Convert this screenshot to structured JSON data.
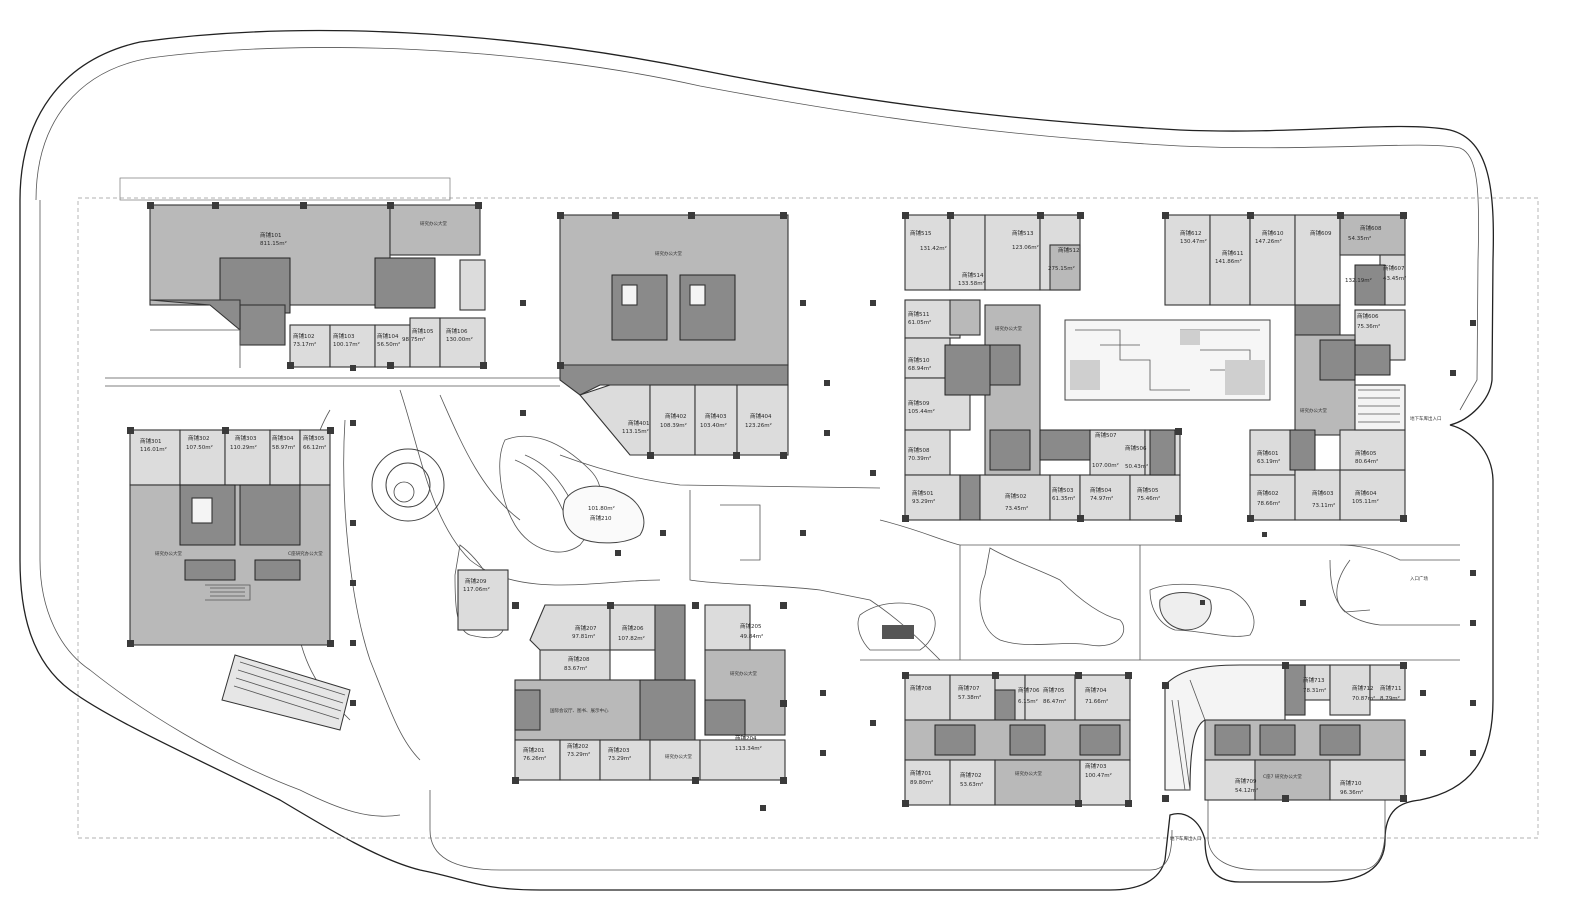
{
  "plan": {
    "units": {
      "b1": [
        {
          "id": "u101",
          "name": "商铺101",
          "area": "811.15m²"
        },
        {
          "id": "u102",
          "name": "商铺102",
          "area": "73.17m²"
        },
        {
          "id": "u103",
          "name": "商铺103",
          "area": "100.17m²"
        },
        {
          "id": "u104",
          "name": "商铺104",
          "area": "56.50m²"
        },
        {
          "id": "u105",
          "name": "商铺105",
          "area": "98.75m²"
        },
        {
          "id": "u106",
          "name": "商铺106",
          "area": "130.00m²"
        }
      ],
      "b2": [
        {
          "id": "u401",
          "name": "商铺401",
          "area": "113.15m²"
        },
        {
          "id": "u402",
          "name": "商铺402",
          "area": "108.39m²"
        },
        {
          "id": "u403",
          "name": "商铺403",
          "area": "103.40m²"
        },
        {
          "id": "u404",
          "name": "商铺404",
          "area": "123.26m²"
        }
      ],
      "b3": [
        {
          "id": "u515",
          "name": "商铺515",
          "area": "131.42m²"
        },
        {
          "id": "u514",
          "name": "商铺514",
          "area": "133.58m²"
        },
        {
          "id": "u513",
          "name": "商铺513",
          "area": "123.06m²"
        },
        {
          "id": "u512",
          "name": "商铺512",
          "area": "275.15m²"
        },
        {
          "id": "u511",
          "name": "商铺511",
          "area": "61.05m²"
        },
        {
          "id": "u510",
          "name": "商铺510",
          "area": "68.94m²"
        },
        {
          "id": "u509",
          "name": "商铺509",
          "area": "105.44m²"
        },
        {
          "id": "u508",
          "name": "商铺508",
          "area": "70.39m²"
        },
        {
          "id": "u501",
          "name": "商铺501",
          "area": "93.29m²"
        },
        {
          "id": "u502",
          "name": "商铺502",
          "area": "73.45m²"
        },
        {
          "id": "u503",
          "name": "商铺503",
          "area": "61.35m²"
        },
        {
          "id": "u504",
          "name": "商铺504",
          "area": "74.97m²"
        },
        {
          "id": "u505",
          "name": "商铺505",
          "area": "75.46m²"
        },
        {
          "id": "u506",
          "name": "商铺506",
          "area": "50.43m²"
        },
        {
          "id": "u507",
          "name": "商铺507",
          "area": "107.00m²"
        }
      ],
      "b4": [
        {
          "id": "u612",
          "name": "商铺612",
          "area": "130.47m²"
        },
        {
          "id": "u611",
          "name": "商铺611",
          "area": "141.86m²"
        },
        {
          "id": "u610",
          "name": "商铺610",
          "area": "147.26m²"
        },
        {
          "id": "u609",
          "name": "商铺609",
          "area": "132.19m²"
        },
        {
          "id": "u608",
          "name": "商铺608",
          "area": "54.35m²"
        },
        {
          "id": "u607",
          "name": "商铺607",
          "area": "43.45m²"
        },
        {
          "id": "u606",
          "name": "商铺606",
          "area": "75.36m²"
        },
        {
          "id": "u601",
          "name": "商铺601",
          "area": "63.19m²"
        },
        {
          "id": "u602",
          "name": "商铺602",
          "area": "78.66m²"
        },
        {
          "id": "u603",
          "name": "商铺603",
          "area": "73.11m²"
        },
        {
          "id": "u604",
          "name": "商铺604",
          "area": "105.11m²"
        },
        {
          "id": "u605",
          "name": "商铺605",
          "area": "80.64m²"
        }
      ],
      "b5": [
        {
          "id": "u301",
          "name": "商铺301",
          "area": "116.01m²"
        },
        {
          "id": "u302",
          "name": "商铺302",
          "area": "107.50m²"
        },
        {
          "id": "u303",
          "name": "商铺303",
          "area": "110.29m²"
        },
        {
          "id": "u304",
          "name": "商铺304",
          "area": "58.97m²"
        },
        {
          "id": "u305",
          "name": "商铺305",
          "area": "66.12m²"
        }
      ],
      "b6": [
        {
          "id": "u207",
          "name": "商铺207",
          "area": "97.81m²"
        },
        {
          "id": "u206",
          "name": "商铺206",
          "area": "107.82m²"
        },
        {
          "id": "u205",
          "name": "商铺205",
          "area": "49.84m²"
        },
        {
          "id": "u208",
          "name": "商铺208",
          "area": "83.67m²"
        },
        {
          "id": "u201",
          "name": "商铺201",
          "area": "76.26m²"
        },
        {
          "id": "u202",
          "name": "商铺202",
          "area": "73.29m²"
        },
        {
          "id": "u203",
          "name": "商铺203",
          "area": "73.29m²"
        },
        {
          "id": "u204",
          "name": "商铺204",
          "area": "113.34m²"
        }
      ],
      "b7": [
        {
          "id": "u708",
          "name": "商铺708",
          "area": ""
        },
        {
          "id": "u707",
          "name": "商铺707",
          "area": "57.38m²"
        },
        {
          "id": "u706",
          "name": "商铺706",
          "area": "6.15m²"
        },
        {
          "id": "u705",
          "name": "商铺705",
          "area": "86.47m²"
        },
        {
          "id": "u704",
          "name": "商铺704",
          "area": "71.66m²"
        },
        {
          "id": "u701",
          "name": "商铺701",
          "area": "89.80m²"
        },
        {
          "id": "u702",
          "name": "商铺702",
          "area": "53.63m²"
        },
        {
          "id": "u703",
          "name": "商铺703",
          "area": "100.47m²"
        }
      ],
      "b8": [
        {
          "id": "u713",
          "name": "商铺713",
          "area": "78.31m²"
        },
        {
          "id": "u712",
          "name": "商铺712",
          "area": "70.87m²"
        },
        {
          "id": "u711",
          "name": "商铺711",
          "area": "8.79m²"
        },
        {
          "id": "u709",
          "name": "商铺709",
          "area": "54.12m²"
        },
        {
          "id": "u710",
          "name": "商铺710",
          "area": "96.36m²"
        }
      ],
      "misc": [
        {
          "id": "u209",
          "name": "商铺209",
          "area": "117.06m²"
        },
        {
          "id": "u210",
          "name": "商铺210",
          "area": "101.80m²"
        }
      ]
    },
    "halls": {
      "b1": "研究办公大堂",
      "b2": "研究办公大堂",
      "b5": "研究办公大堂",
      "b5_side": "C座研究办公大堂",
      "b3": "研究办公大堂",
      "b4": "研究办公大堂",
      "b6": "研究办公大堂",
      "b7": "研究办公大堂",
      "b8": "C座7 研究办公大堂"
    },
    "notes": {
      "b6_center": "国际会议厅、图书、展示中心",
      "entrance_a2": "地下车库出入口",
      "plaza": "入口广场",
      "bottom_entrance": "地下车库出入口"
    },
    "colors": {
      "dark": "#8c8c8c",
      "mid": "#b9b9b9",
      "light": "#dcdcdc",
      "line": "#333333"
    }
  }
}
